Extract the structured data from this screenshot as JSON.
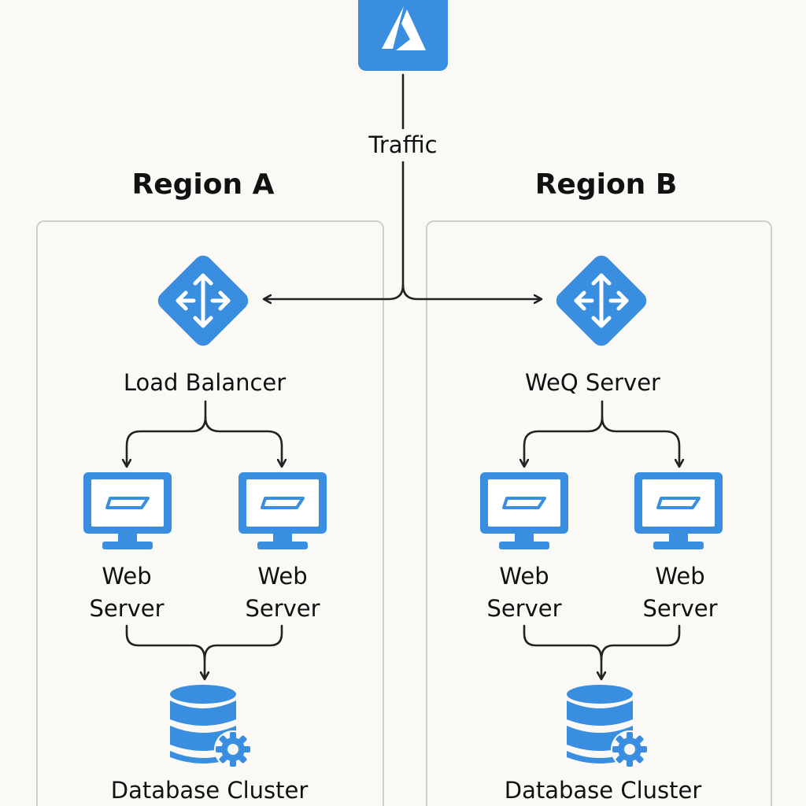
{
  "traffic": {
    "label": "Traffic"
  },
  "colors": {
    "accent": "#3a8ee0",
    "accent_dark": "#2f7cc9",
    "line": "#222222",
    "box_border": "#cfcfcf",
    "background": "#faf9f5"
  },
  "icons": {
    "cloud": "azure-logo-icon",
    "load_balancer": "load-balancer-icon",
    "server": "monitor-icon",
    "database": "database-gear-icon"
  },
  "regions": [
    {
      "title": "Region A",
      "balancer_label": "Load Balancer",
      "servers": [
        {
          "line1": "Web",
          "line2": "Server"
        },
        {
          "line1": "Web",
          "line2": "Server"
        }
      ],
      "database_label": "Database Cluster"
    },
    {
      "title": "Region B",
      "balancer_label": "WeQ Server",
      "servers": [
        {
          "line1": "Web",
          "line2": "Server"
        },
        {
          "line1": "Web",
          "line2": "Server"
        }
      ],
      "database_label": "Database Cluster"
    }
  ]
}
